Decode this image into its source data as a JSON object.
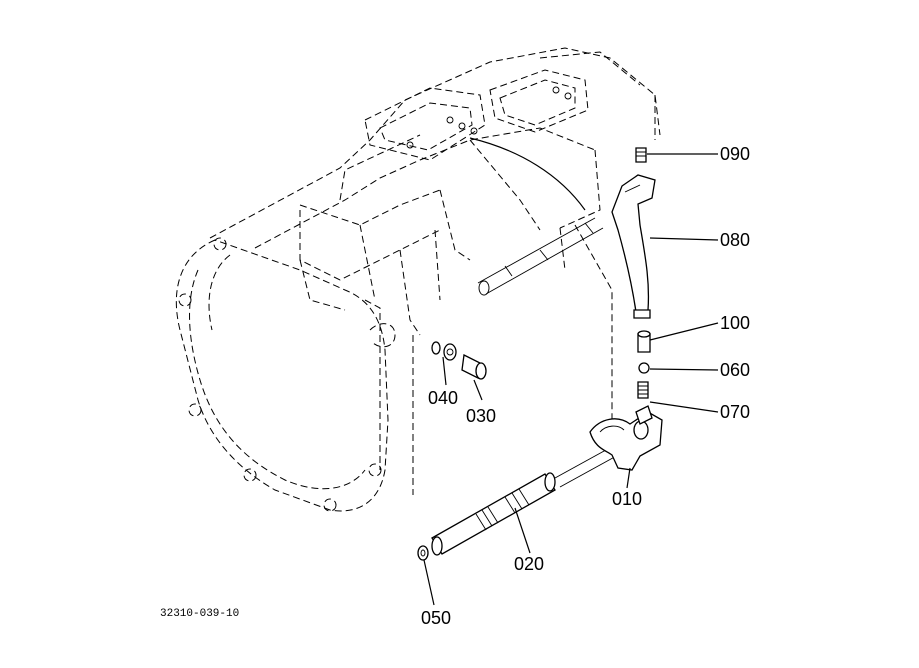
{
  "diagram": {
    "reference_code": "32310-039-10",
    "callouts": [
      {
        "id": "090",
        "label": "090"
      },
      {
        "id": "080",
        "label": "080"
      },
      {
        "id": "100",
        "label": "100"
      },
      {
        "id": "060",
        "label": "060"
      },
      {
        "id": "070",
        "label": "070"
      },
      {
        "id": "010",
        "label": "010"
      },
      {
        "id": "020",
        "label": "020"
      },
      {
        "id": "040",
        "label": "040"
      },
      {
        "id": "030",
        "label": "030"
      },
      {
        "id": "050",
        "label": "050"
      }
    ]
  }
}
